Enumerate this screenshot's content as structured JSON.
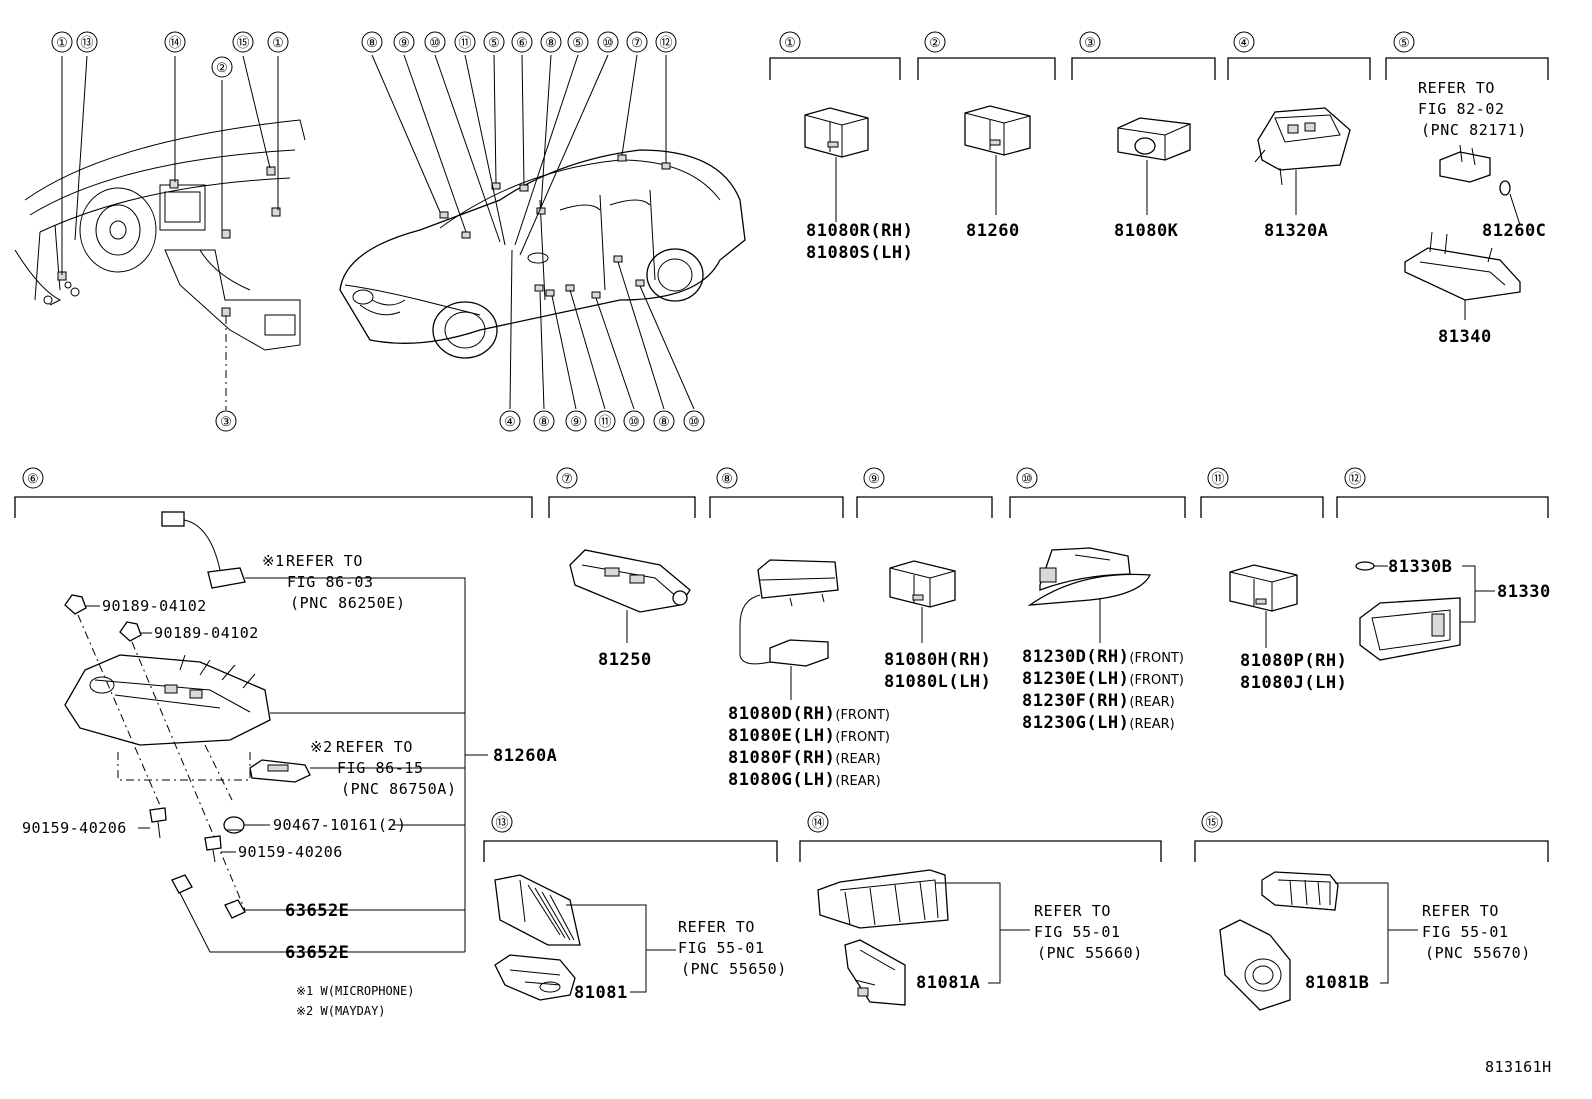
{
  "figure_id": "813161H",
  "callouts_top_left": [
    "①",
    "⑬",
    "⑭",
    "⑮",
    "①",
    "②",
    "③"
  ],
  "callouts_top_car": [
    "⑧",
    "⑨",
    "⑩",
    "⑪",
    "⑤",
    "⑥",
    "⑧",
    "⑤",
    "⑩",
    "⑦",
    "⑫"
  ],
  "callouts_bottom_car": [
    "④",
    "⑧",
    "⑨",
    "⑪",
    "⑩",
    "⑧",
    "⑩"
  ],
  "groups": {
    "g1": {
      "num": "①",
      "parts": [
        "81080R(RH)",
        "81080S(LH)"
      ]
    },
    "g2": {
      "num": "②",
      "parts": [
        "81260"
      ]
    },
    "g3": {
      "num": "③",
      "parts": [
        "81080K"
      ]
    },
    "g4": {
      "num": "④",
      "parts": [
        "81320A"
      ]
    },
    "g5": {
      "num": "⑤",
      "refer": [
        "REFER TO",
        "FIG 82-02",
        "(PNC 82171)"
      ],
      "parts": [
        "81260C",
        "81340"
      ]
    },
    "g6": {
      "num": "⑥",
      "refer1": {
        "mark": "※1",
        "lines": [
          "REFER TO",
          "FIG 86-03",
          "(PNC 86250E)"
        ]
      },
      "refer2": {
        "mark": "※2",
        "lines": [
          "REFER TO",
          "FIG 86-15",
          "(PNC 86750A)"
        ]
      },
      "parts": [
        "90189-04102",
        "90189-04102",
        "81260A",
        "90159-40206",
        "90467-10161(2)",
        "90159-40206",
        "63652E",
        "63652E"
      ],
      "footnotes": [
        "※1 W(MICROPHONE)",
        "※2 W(MAYDAY)"
      ]
    },
    "g7": {
      "num": "⑦",
      "parts": [
        "81250"
      ]
    },
    "g8": {
      "num": "⑧",
      "parts": [
        {
          "code": "81080D",
          "side": "(RH)",
          "pos": "(FRONT)"
        },
        {
          "code": "81080E",
          "side": "(LH)",
          "pos": "(FRONT)"
        },
        {
          "code": "81080F",
          "side": "(RH)",
          "pos": "(REAR)"
        },
        {
          "code": "81080G",
          "side": "(LH)",
          "pos": "(REAR)"
        }
      ]
    },
    "g9": {
      "num": "⑨",
      "parts": [
        "81080H(RH)",
        "81080L(LH)"
      ]
    },
    "g10": {
      "num": "⑩",
      "parts": [
        {
          "code": "81230D",
          "side": "(RH)",
          "pos": "(FRONT)"
        },
        {
          "code": "81230E",
          "side": "(LH)",
          "pos": "(FRONT)"
        },
        {
          "code": "81230F",
          "side": "(RH)",
          "pos": "(REAR)"
        },
        {
          "code": "81230G",
          "side": "(LH)",
          "pos": "(REAR)"
        }
      ]
    },
    "g11": {
      "num": "⑪",
      "parts": [
        "81080P(RH)",
        "81080J(LH)"
      ]
    },
    "g12": {
      "num": "⑫",
      "parts": [
        "81330B",
        "81330"
      ]
    },
    "g13": {
      "num": "⑬",
      "refer": [
        "REFER TO",
        "FIG 55-01",
        "(PNC 55650)"
      ],
      "parts": [
        "81081"
      ]
    },
    "g14": {
      "num": "⑭",
      "refer": [
        "REFER TO",
        "FIG 55-01",
        "(PNC 55660)"
      ],
      "parts": [
        "81081A"
      ]
    },
    "g15": {
      "num": "⑮",
      "refer": [
        "REFER TO",
        "FIG 55-01",
        "(PNC 55670)"
      ],
      "parts": [
        "81081B"
      ]
    }
  }
}
